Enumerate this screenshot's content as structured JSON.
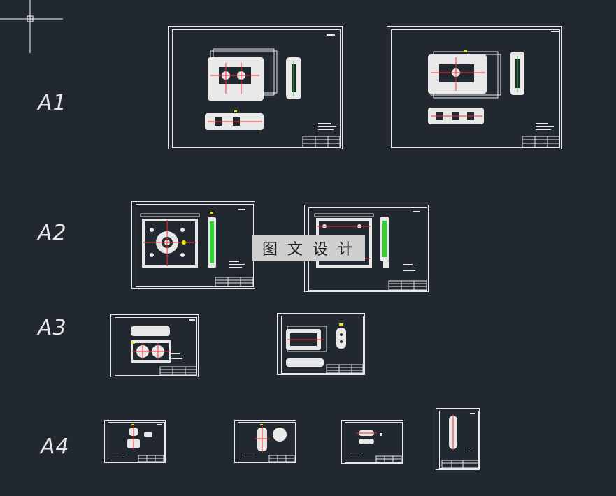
{
  "labels": {
    "a1": "A1",
    "a2": "A2",
    "a3": "A3",
    "a4": "A4"
  },
  "watermark": "图文设计",
  "colors": {
    "background": "#212830",
    "line": "#e8e8e8",
    "accent_red": "#ff2a2a",
    "accent_yellow": "#f2e600",
    "accent_green": "#2fd32f"
  },
  "icons": {
    "crosshair": "crosshair-cursor-icon"
  }
}
